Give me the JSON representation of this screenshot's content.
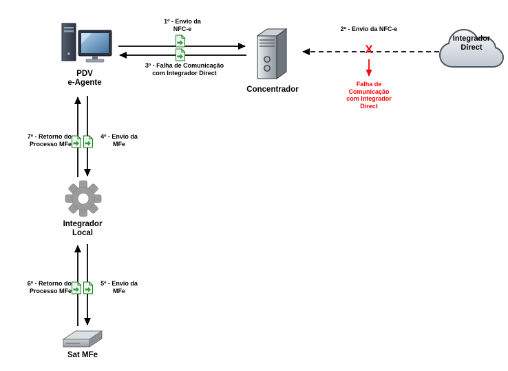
{
  "diagram": {
    "nodes": {
      "pdv": {
        "label": "PDV\ne-Agente"
      },
      "concentrador": {
        "label": "Concentrador"
      },
      "integrador_direct": {
        "label": "Integrador\nDirect"
      },
      "integrador_local": {
        "label": "Integrador\nLocal"
      },
      "sat_mfe": {
        "label": "Sat MFe"
      }
    },
    "edges": {
      "step1": {
        "label": "1º - Envio da\nNFC-e"
      },
      "step2": {
        "label": "2º - Envio da NFC-e"
      },
      "step3": {
        "label": "3º - Falha de Comunicação\ncom Integrador Direct"
      },
      "step4": {
        "label": "4º - Envio da\nMFe"
      },
      "step5": {
        "label": "5º - Envio da\nMFe"
      },
      "step6": {
        "label": "6º - Retorno do\nProcesso MFe"
      },
      "step7": {
        "label": "7º - Retorno do\nProcesso MFe"
      },
      "failure": {
        "x_mark": "X",
        "label": "Falha de\nComunicação\ncom Integrador\nDirect"
      }
    },
    "colors": {
      "line": "#000000",
      "error": "#ff0000",
      "document_green": "#2f9e41"
    },
    "icons": [
      "desktop-computer-icon",
      "server-icon",
      "cloud-icon",
      "gear-icon",
      "sat-device-icon",
      "document-icon"
    ]
  }
}
